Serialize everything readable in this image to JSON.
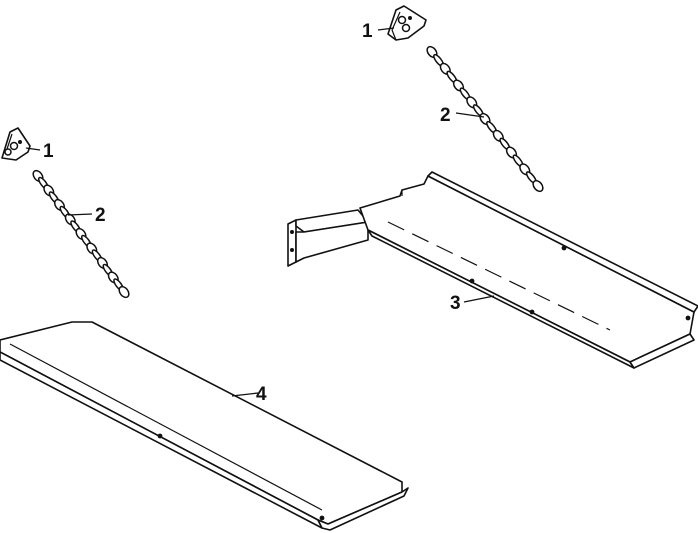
{
  "callouts": {
    "bracket_right": "1",
    "bracket_left": "1",
    "chain_right": "2",
    "chain_left": "2",
    "ramp_upper": "3",
    "ramp_lower": "4"
  }
}
